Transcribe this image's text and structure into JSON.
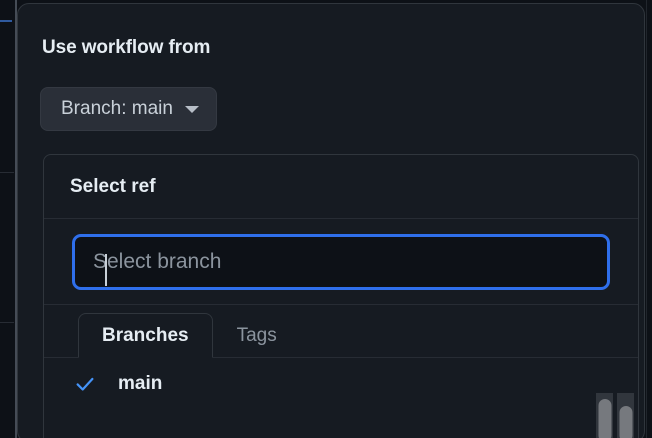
{
  "dialog": {
    "title": "Use workflow from",
    "branch_button": {
      "label": "Branch: main",
      "icon": "chevron-down-icon"
    }
  },
  "select_ref_panel": {
    "header_title": "Select ref",
    "search": {
      "value": "",
      "placeholder": "Select branch",
      "focused": true
    },
    "tabs": [
      {
        "label": "Branches",
        "active": true
      },
      {
        "label": "Tags",
        "active": false
      }
    ],
    "refs": [
      {
        "name": "main",
        "selected": true,
        "icon": "check-icon"
      }
    ]
  },
  "colors": {
    "accent_blue": "#2f6feb",
    "check_blue": "#4493f8",
    "dialog_bg": "#161b22",
    "page_bg": "#0d1117",
    "border": "#30363d",
    "text_primary": "#e6edf3",
    "text_muted": "#8b949e",
    "button_bg": "#2a2f38",
    "scrollbar_thumb": "#76797e"
  },
  "scrollbars": {
    "panel_scrollbar": "vertical",
    "page_scrollbar": "vertical"
  }
}
